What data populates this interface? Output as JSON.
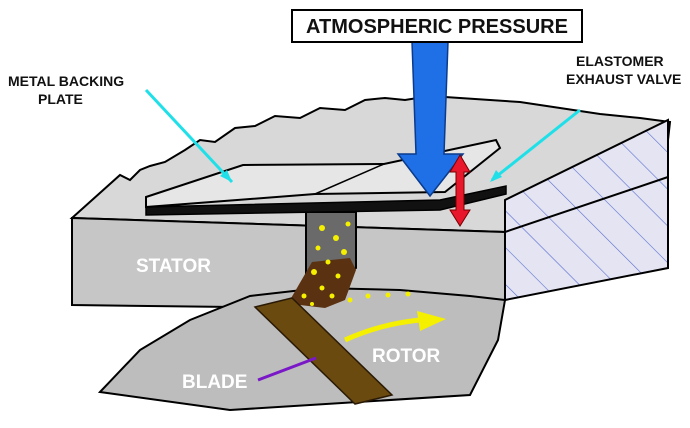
{
  "labels": {
    "atmospheric_pressure": "ATMOSPHERIC PRESSURE",
    "metal_backing_line1": "METAL BACKING",
    "metal_backing_line2": "PLATE",
    "elastomer_line1": "ELASTOMER",
    "elastomer_line2": "EXHAUST VALVE",
    "stator": "STATOR",
    "rotor": "ROTOR",
    "blade": "BLADE"
  },
  "colors": {
    "stator_face": "#c6c6c6",
    "stator_top": "#d8d8d8",
    "rotor_face": "#bdbdbd",
    "hatch_face": "#e4e4f2",
    "hatch_line": "#5a6fd0",
    "pressure_arrow": "#1f6fe6",
    "valve_arrow": "#e8172b",
    "pointer_cyan": "#1fe0e8",
    "pointer_purple": "#7a18c8",
    "blade": "#6b4a10",
    "oil": "#5a3212",
    "bubbles": "#f5f000",
    "rotation_arrow": "#f5f000",
    "valve_rubber": "#111111",
    "backing_plate": "#e6e6e6",
    "port": "#6a6a6a"
  },
  "icons": {
    "pressure_arrow": "down-arrow",
    "valve_motion": "double-vertical-arrow",
    "rotation": "right-arrow"
  }
}
